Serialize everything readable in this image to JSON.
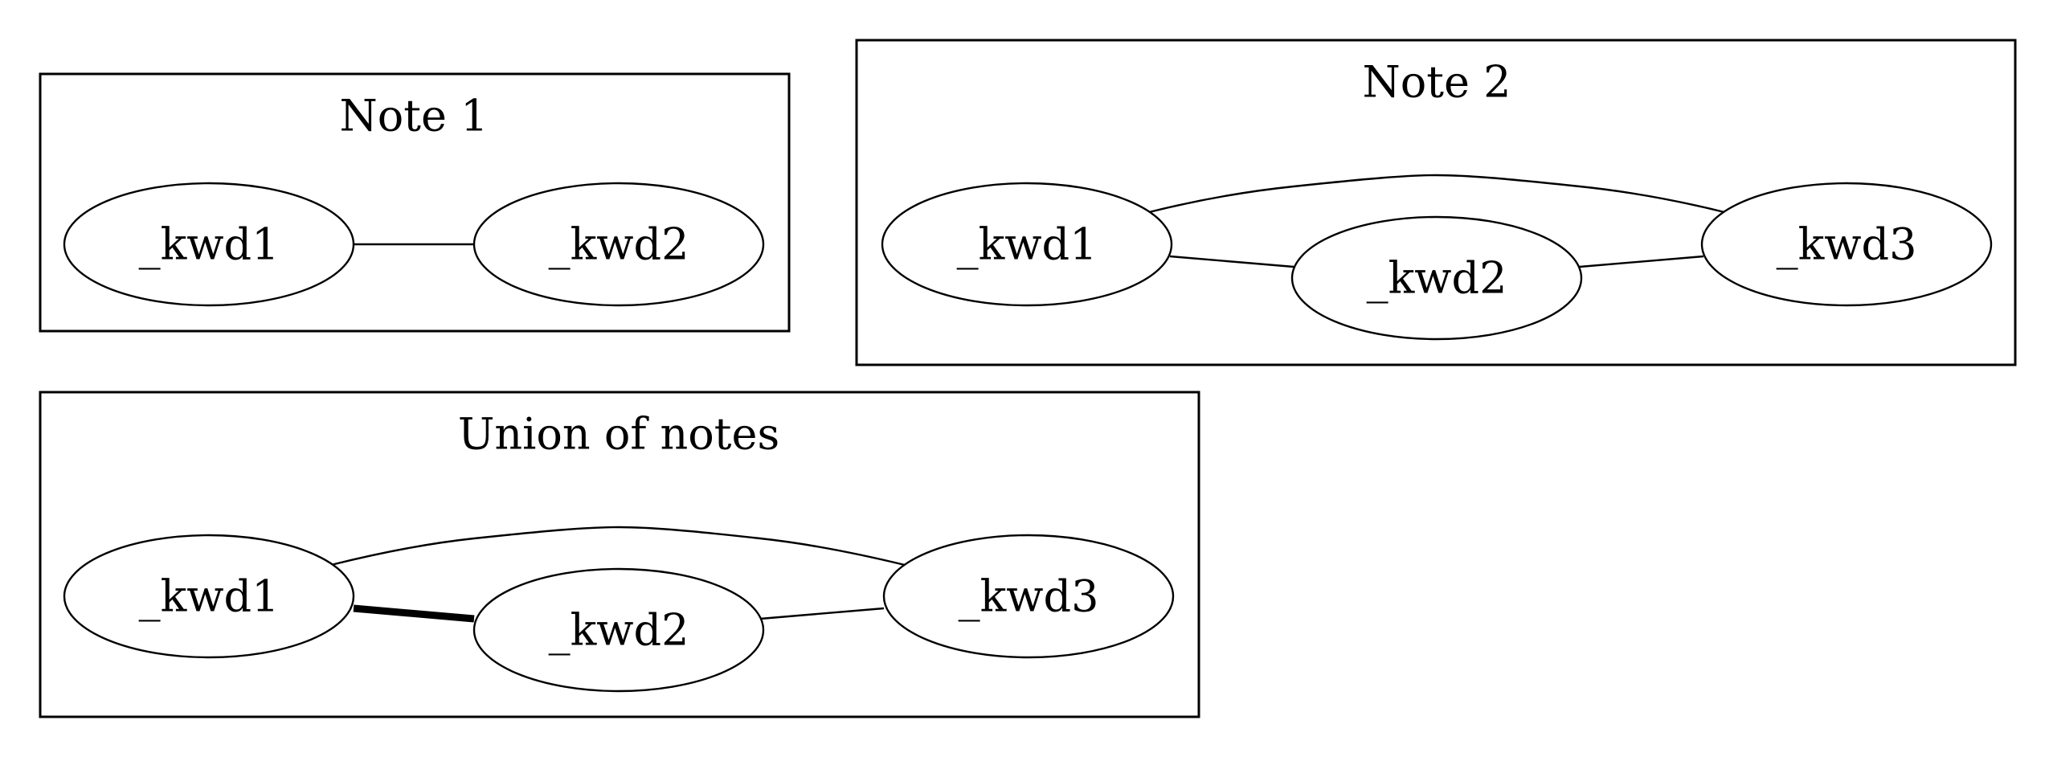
{
  "clusters": {
    "note1": {
      "title": "Note 1",
      "nodes": {
        "kwd1": "_kwd1",
        "kwd2": "_kwd2"
      },
      "edges": [
        {
          "from": "_kwd1",
          "to": "_kwd2",
          "weight": 1
        }
      ]
    },
    "note2": {
      "title": "Note 2",
      "nodes": {
        "kwd1": "_kwd1",
        "kwd2": "_kwd2",
        "kwd3": "_kwd3"
      },
      "edges": [
        {
          "from": "_kwd1",
          "to": "_kwd2",
          "weight": 1
        },
        {
          "from": "_kwd2",
          "to": "_kwd3",
          "weight": 1
        },
        {
          "from": "_kwd1",
          "to": "_kwd3",
          "weight": 1
        }
      ]
    },
    "union": {
      "title": "Union of notes",
      "nodes": {
        "kwd1": "_kwd1",
        "kwd2": "_kwd2",
        "kwd3": "_kwd3"
      },
      "edges": [
        {
          "from": "_kwd1",
          "to": "_kwd2",
          "weight": 2
        },
        {
          "from": "_kwd2",
          "to": "_kwd3",
          "weight": 1
        },
        {
          "from": "_kwd1",
          "to": "_kwd3",
          "weight": 1
        }
      ]
    }
  }
}
